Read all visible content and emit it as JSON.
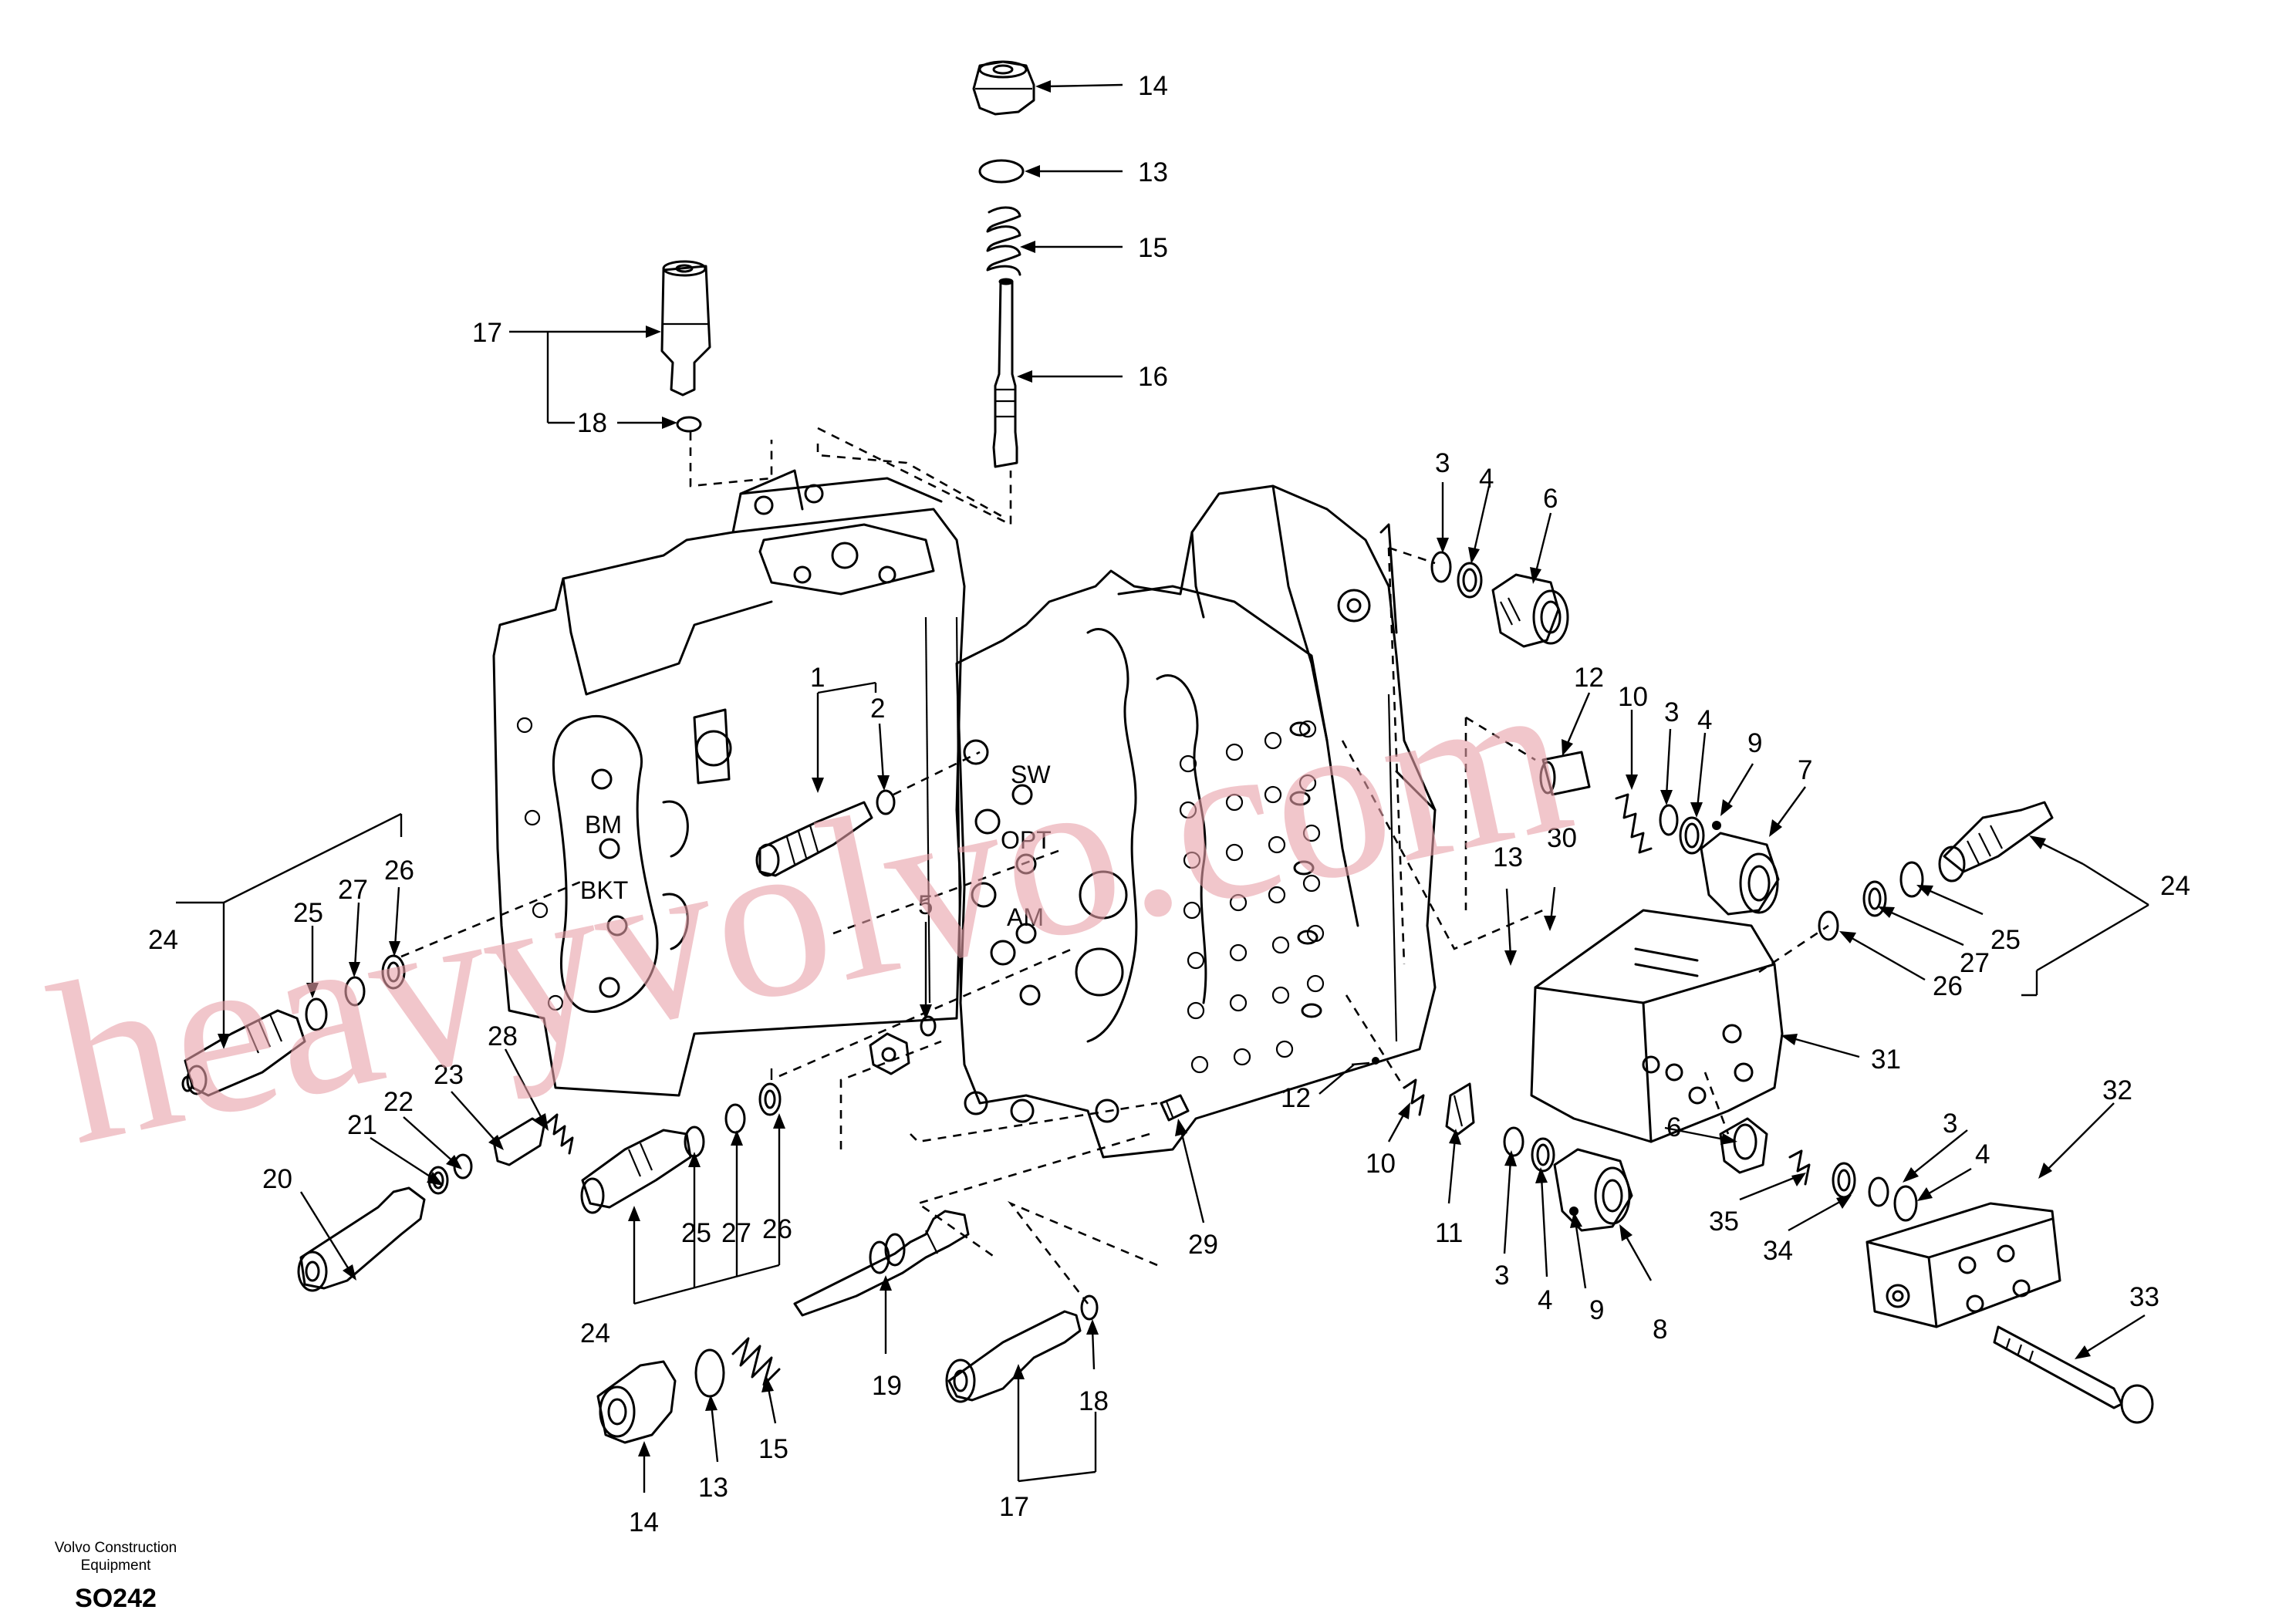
{
  "diagram": {
    "watermark": "heavyvolvo.com",
    "footer": {
      "line1": "Volvo Construction",
      "line2": "Equipment",
      "code": "SO242"
    },
    "valve_markings": {
      "bm": "BM",
      "bkt": "BKT",
      "sw": "SW",
      "opt": "OPT",
      "am": "AM"
    },
    "part_labels": {
      "p14_top": "14",
      "p13_top": "13",
      "p15_top": "15",
      "p16": "16",
      "p17_top": "17",
      "p18_top": "18",
      "p1": "1",
      "p2": "2",
      "p5": "5",
      "p3_a": "3",
      "p4_a": "4",
      "p6_a": "6",
      "p12_a": "12",
      "p10_a": "10",
      "p3_b": "3",
      "p4_b": "4",
      "p9_a": "9",
      "p7": "7",
      "p13_mid": "13",
      "p30": "30",
      "p24_right": "24",
      "p26_right": "26",
      "p27_right": "27",
      "p25_right": "25",
      "p31": "31",
      "p32": "32",
      "p24_left": "24",
      "p25_left": "25",
      "p27_left": "27",
      "p26_left": "26",
      "p28": "28",
      "p23": "23",
      "p22": "22",
      "p21": "21",
      "p20": "20",
      "p25_mid": "25",
      "p27_mid": "27",
      "p26_mid": "26",
      "p24_mid": "24",
      "p29": "29",
      "p12_b": "12",
      "p10_b": "10",
      "p11": "11",
      "p3_c": "3",
      "p4_c": "4",
      "p9_b": "9",
      "p8": "8",
      "p6_b": "6",
      "p35": "35",
      "p34": "34",
      "p3_d": "3",
      "p4_d": "4",
      "p33": "33",
      "p19": "19",
      "p18_bot": "18",
      "p17_bot": "17",
      "p14_bot": "14",
      "p13_bot": "13",
      "p15_bot": "15"
    }
  }
}
